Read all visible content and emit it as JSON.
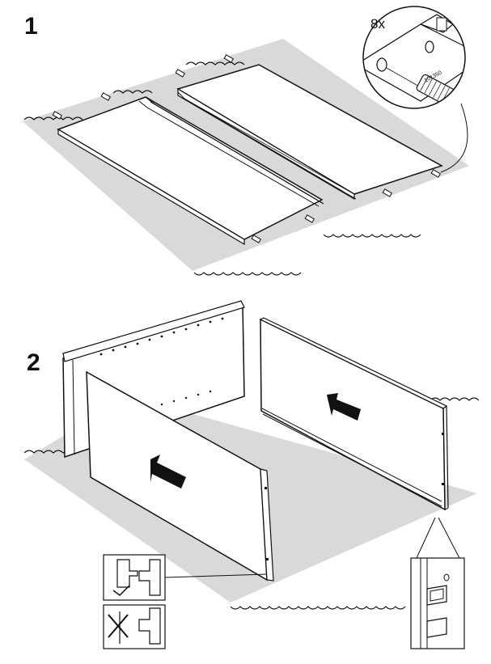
{
  "steps": [
    {
      "number": "1",
      "callout": {
        "quantity": "8x",
        "part_number": "101350"
      }
    },
    {
      "number": "2"
    }
  ],
  "colors": {
    "floor": "#d9d9d9",
    "line": "#111111",
    "panel": "#ffffff"
  },
  "icons": [
    "dowel-icon",
    "direction-arrow-icon",
    "correct-mark-icon",
    "incorrect-x-icon"
  ]
}
